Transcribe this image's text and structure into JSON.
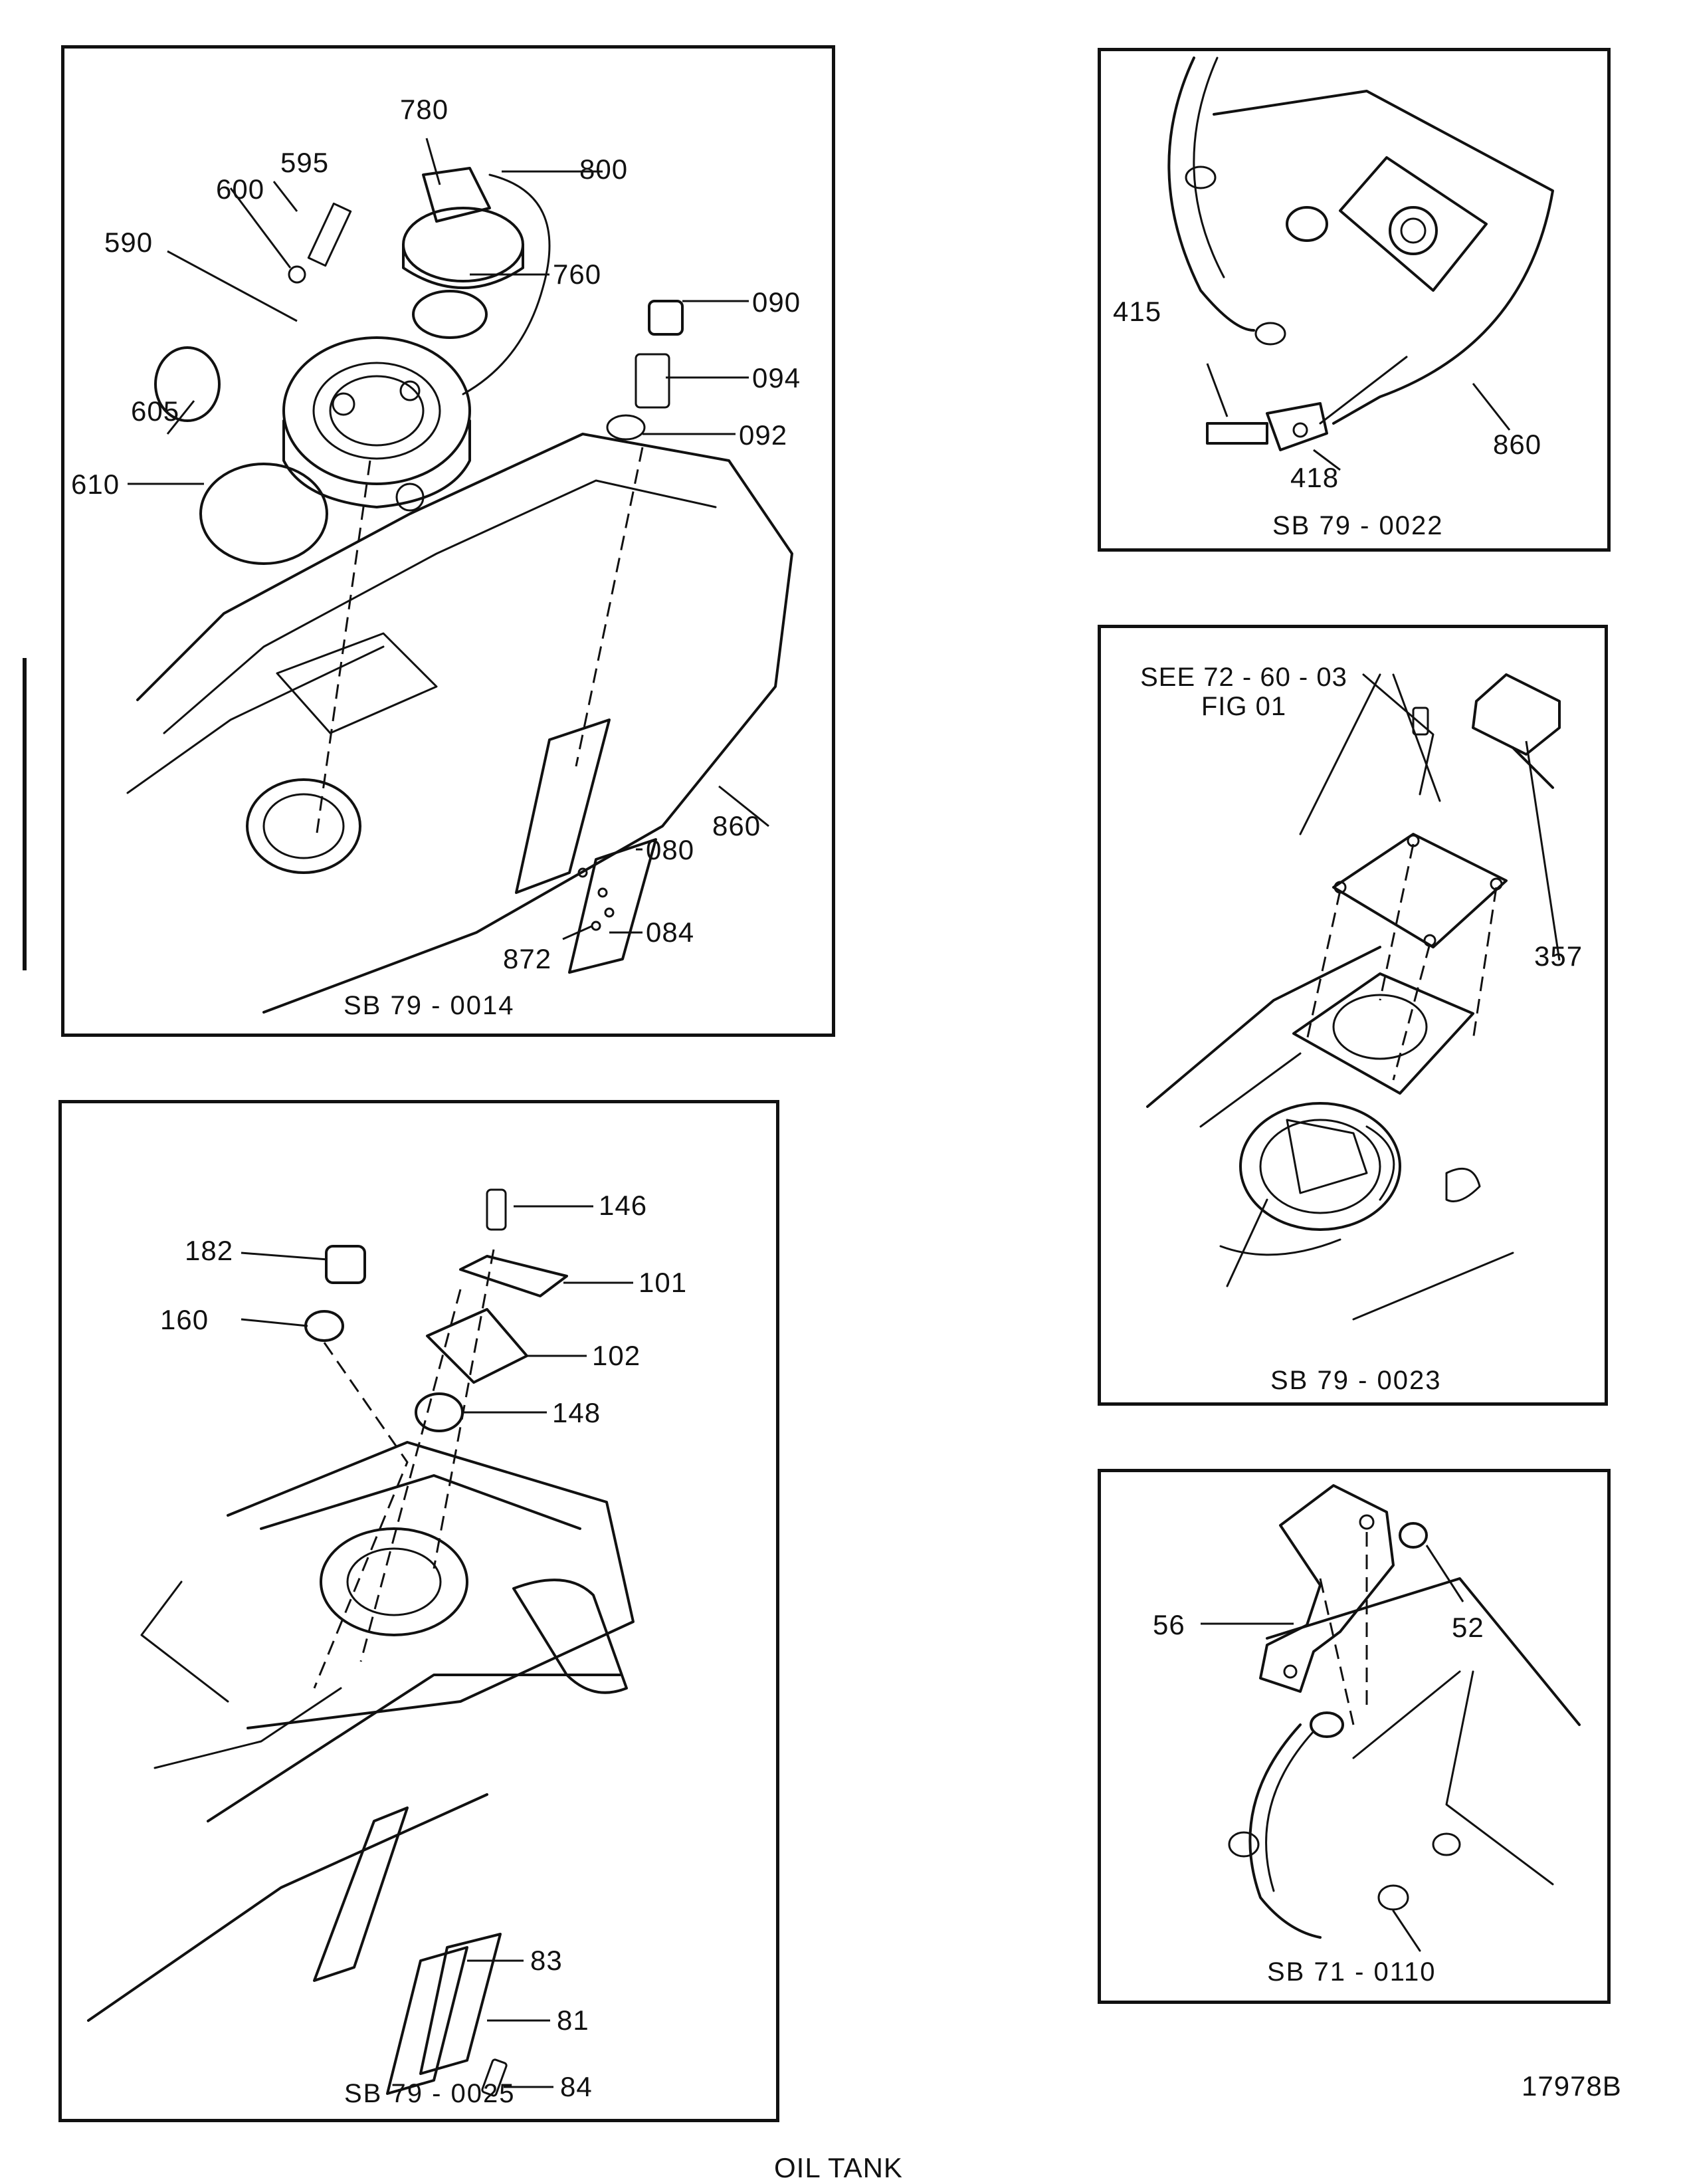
{
  "panels": {
    "p0014": {
      "caption": "SB 79 - 0014",
      "callouts": [
        "780",
        "595",
        "600",
        "590",
        "605",
        "610",
        "800",
        "760",
        "090",
        "094",
        "092",
        "860",
        "080",
        "872",
        "084"
      ]
    },
    "p0022": {
      "caption": "SB 79 - 0022",
      "callouts": [
        "415",
        "418",
        "860"
      ]
    },
    "p0023": {
      "caption": "SB 79 - 0023",
      "reference_line1": "SEE 72 - 60 - 03",
      "reference_line2": "FIG 01",
      "callouts": [
        "357"
      ]
    },
    "p0025": {
      "caption": "SB 79 - 0025",
      "callouts": [
        "146",
        "182",
        "160",
        "101",
        "102",
        "148",
        "83",
        "81",
        "84"
      ]
    },
    "p0110": {
      "caption": "SB 71 - 0110",
      "callouts": [
        "56",
        "52"
      ]
    }
  },
  "footer": {
    "figure_number": "17978B",
    "cut_off_title": "OIL TANK"
  }
}
